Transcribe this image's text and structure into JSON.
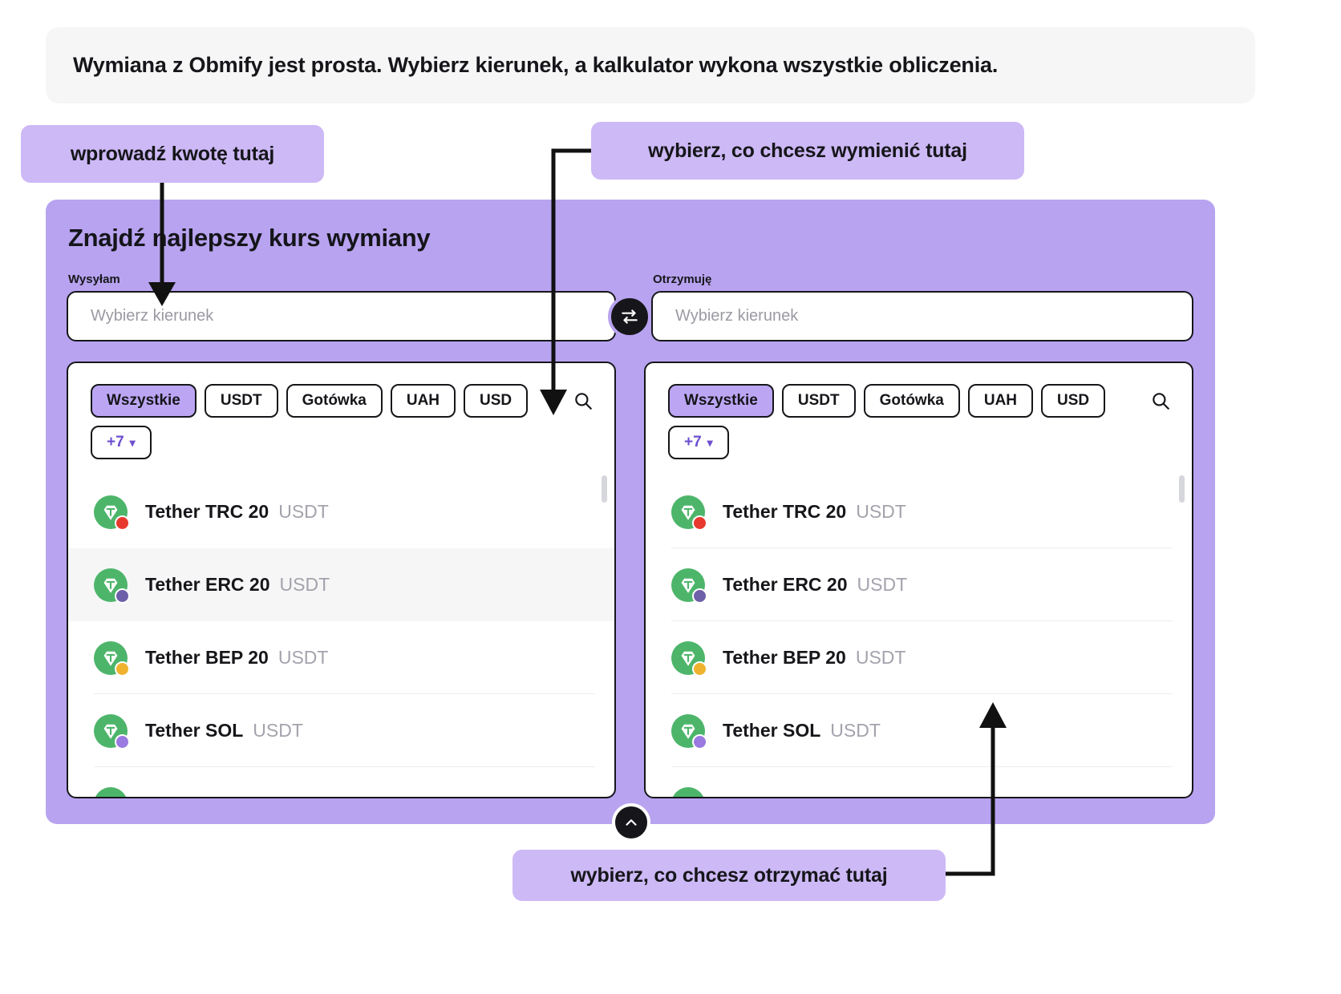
{
  "banner": {
    "text": "Wymiana z Obmify jest prosta. Wybierz kierunek, a kalkulator wykona wszystkie obliczenia."
  },
  "callouts": {
    "amount": "wprowadź kwotę tutaj",
    "send": "wybierz, co chcesz wymienić tutaj",
    "receive": "wybierz, co chcesz otrzymać tutaj"
  },
  "card": {
    "title": "Znajdź najlepszy kurs wymiany",
    "accent_color": "#b8a3f0",
    "chip_active_color": "#bca6f4",
    "dark_color": "#16161a"
  },
  "send_side": {
    "label": "Wysyłam",
    "selector_placeholder": "Wybierz kierunek",
    "search_icon": "search-icon",
    "chips": [
      {
        "label": "Wszystkie",
        "active": true
      },
      {
        "label": "USDT",
        "active": false
      },
      {
        "label": "Gotówka",
        "active": false
      },
      {
        "label": "UAH",
        "active": false
      },
      {
        "label": "USD",
        "active": false
      }
    ],
    "more_chip": {
      "label": "+7",
      "chevron": "chevron-down-icon"
    },
    "items": [
      {
        "name": "Tether TRC 20",
        "ticker": "USDT",
        "badge_color": "#e8392f",
        "badge_glyph": "T",
        "highlight": false
      },
      {
        "name": "Tether ERC 20",
        "ticker": "USDT",
        "badge_color": "#6d5fa8",
        "badge_glyph": "♦",
        "highlight": true
      },
      {
        "name": "Tether BEP 20",
        "ticker": "USDT",
        "badge_color": "#efb22e",
        "badge_glyph": "◆",
        "highlight": false
      },
      {
        "name": "Tether SOL",
        "ticker": "USDT",
        "badge_color": "#9a7ae0",
        "badge_glyph": "≡",
        "highlight": false
      }
    ]
  },
  "receive_side": {
    "label": "Otrzymuję",
    "selector_placeholder": "Wybierz kierunek",
    "search_icon": "search-icon",
    "chips": [
      {
        "label": "Wszystkie",
        "active": true
      },
      {
        "label": "USDT",
        "active": false
      },
      {
        "label": "Gotówka",
        "active": false
      },
      {
        "label": "UAH",
        "active": false
      },
      {
        "label": "USD",
        "active": false
      }
    ],
    "more_chip": {
      "label": "+7",
      "chevron": "chevron-down-icon"
    },
    "items": [
      {
        "name": "Tether TRC 20",
        "ticker": "USDT",
        "badge_color": "#e8392f",
        "badge_glyph": "T",
        "highlight": false
      },
      {
        "name": "Tether ERC 20",
        "ticker": "USDT",
        "badge_color": "#6d5fa8",
        "badge_glyph": "♦",
        "highlight": false
      },
      {
        "name": "Tether BEP 20",
        "ticker": "USDT",
        "badge_color": "#efb22e",
        "badge_glyph": "◆",
        "highlight": false
      },
      {
        "name": "Tether SOL",
        "ticker": "USDT",
        "badge_color": "#9a7ae0",
        "badge_glyph": "≡",
        "highlight": false
      }
    ]
  },
  "swap_button": {
    "icon": "swap-arrows-icon"
  },
  "collapse_button": {
    "icon": "chevron-up-icon"
  }
}
